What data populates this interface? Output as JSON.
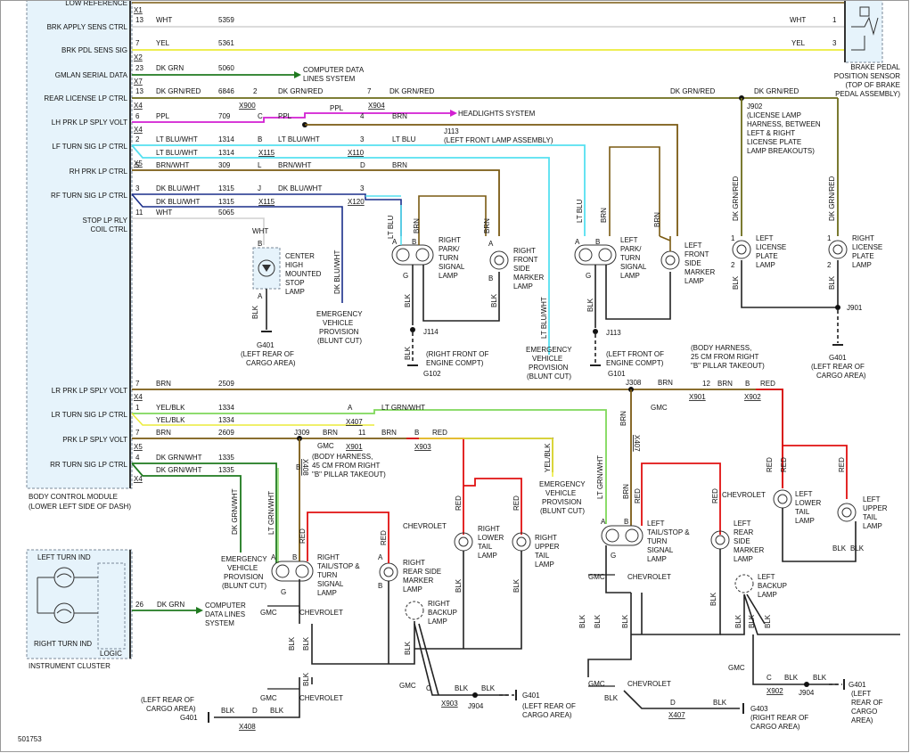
{
  "figure_id": "501753",
  "colors": {
    "wht": "#d8d8d8",
    "yel": "#ecec3a",
    "dk_grn": "#1f7a1f",
    "dk_grn_red": "#6b6b1a",
    "ppl": "#d21fd2",
    "lt_blu": "#55e0f0",
    "brn": "#7a5a12",
    "dk_blu": "#1a2f8a",
    "lt_grn": "#7fd85a",
    "red": "#e01010",
    "blk": "#222222",
    "module_fill": "#e6f3fb"
  },
  "bcm": {
    "label_1": "BODY CONTROL MODULE",
    "label_2": "(LOWER LEFT SIDE OF DASH)",
    "rows": [
      {
        "circuit": "LOW REFERENCE",
        "pin": "",
        "conn": "X1"
      },
      {
        "circuit": "BRK APPLY SENS CTRL",
        "pin": "13",
        "color": "WHT",
        "num": "5359"
      },
      {
        "circuit": "BRK PDL SENS SIG",
        "pin": "7",
        "color": "YEL",
        "num": "5361",
        "conn": "X2"
      },
      {
        "circuit": "GMLAN SERIAL DATA",
        "pin": "23",
        "color": "DK GRN",
        "num": "5060",
        "conn": "X7"
      },
      {
        "circuit": "REAR LICENSE LP CTRL",
        "pin": "13",
        "color": "DK GRN/RED",
        "num": "6846",
        "conn": "X4"
      },
      {
        "circuit": "LH PRK LP SPLY VOLT",
        "pin": "6",
        "color": "PPL",
        "num": "709",
        "conn": "X4"
      },
      {
        "circuit": "LF TURN SIG LP CTRL",
        "pin": "2",
        "color": "LT BLU/WHT",
        "num": "1314",
        "conn": "X5"
      },
      {
        "circuit": "",
        "pin": "",
        "color": "LT BLU/WHT",
        "num": "1314"
      },
      {
        "circuit": "RH PRK LP CTRL",
        "pin": "5",
        "color": "BRN/WHT",
        "num": "309"
      },
      {
        "circuit": "RF TURN SIG LP CTRL",
        "pin": "3",
        "color": "DK BLU/WHT",
        "num": "1315"
      },
      {
        "circuit": "",
        "pin": "",
        "color": "DK BLU/WHT",
        "num": "1315"
      },
      {
        "circuit": "STOP LP RLY",
        "circuit2": "COIL CTRL",
        "pin": "11",
        "color": "WHT",
        "num": "5065"
      },
      {
        "circuit": "LR PRK LP SPLY VOLT",
        "pin": "7",
        "color": "BRN",
        "num": "2509",
        "conn": "X4"
      },
      {
        "circuit": "LR TURN SIG LP CTRL",
        "pin": "1",
        "color": "YEL/BLK",
        "num": "1334"
      },
      {
        "circuit": "",
        "pin": "",
        "color": "YEL/BLK",
        "num": "1334"
      },
      {
        "circuit": "PRK LP SPLY VOLT",
        "pin": "7",
        "color": "BRN",
        "num": "2609",
        "conn": "X5"
      },
      {
        "circuit": "RR TURN SIG LP CTRL",
        "pin": "4",
        "color": "DK GRN/WHT",
        "num": "1335"
      },
      {
        "circuit": "",
        "pin": "",
        "color": "DK GRN/WHT",
        "num": "1335",
        "conn": "X4"
      }
    ]
  },
  "brake_sensor": {
    "label_1": "BRAKE PEDAL",
    "label_2": "POSITION SENSOR",
    "label_3": "(TOP OF BRAKE",
    "label_4": "PEDAL ASSEMBLY)",
    "pin1": "1",
    "pin3": "3",
    "wht": "WHT",
    "yel": "YEL"
  },
  "computer_data": {
    "label_1": "COMPUTER DATA",
    "label_2": "LINES SYSTEM"
  },
  "headlights": "HEADLIGHTS SYSTEM",
  "j113": {
    "label": "J113",
    "sub": "(LEFT FRONT LAMP ASSEMBLY)"
  },
  "j902": {
    "label": "J902",
    "desc": [
      "(LICENSE LAMP",
      "HARNESS, BETWEEN",
      "LEFT & RIGHT",
      "LICENSE PLATE",
      "LAMP BREAKOUTS)"
    ]
  },
  "top_labels": {
    "pin2": "2",
    "pin7": "7",
    "x900": "X900",
    "x904": "X904",
    "dkgrnred": "DK GRN/RED",
    "c": "C",
    "ppl": "PPL",
    "pin4": "4",
    "brn": "BRN",
    "b": "B",
    "ltbluwht": "LT BLU/WHT",
    "pin3": "3",
    "x110": "X110",
    "ltblu": "LT BLU",
    "x115": "X115",
    "l": "L",
    "brnwht": "BRN/WHT",
    "d": "D",
    "j": "J",
    "dkbluwht": "DK BLU/WHT",
    "x120": "X120"
  },
  "front": {
    "chmsl": [
      "CENTER",
      "HIGH",
      "MOUNTED",
      "STOP",
      "LAMP"
    ],
    "right_park": [
      "RIGHT",
      "PARK/",
      "TURN",
      "SIGNAL",
      "LAMP"
    ],
    "right_side": [
      "RIGHT",
      "FRONT",
      "SIDE",
      "MARKER",
      "LAMP"
    ],
    "left_park": [
      "LEFT",
      "PARK/",
      "TURN",
      "SIGNAL",
      "LAMP"
    ],
    "left_side": [
      "LEFT",
      "FRONT",
      "SIDE",
      "MARKER",
      "LAMP"
    ],
    "left_license": [
      "LEFT",
      "LICENSE",
      "PLATE",
      "LAMP"
    ],
    "right_license": [
      "RIGHT",
      "LICENSE",
      "PLATE",
      "LAMP"
    ],
    "evp": [
      "EMERGENCY",
      "VEHICLE",
      "PROVISION",
      "(BLUNT CUT)"
    ],
    "g401": [
      "G401",
      "(LEFT REAR OF",
      "CARGO AREA)"
    ],
    "g102": [
      "G102"
    ],
    "g101": [
      "G101"
    ],
    "j114": "J114",
    "j113b": "J113",
    "j901": "J901",
    "rfe": [
      "(RIGHT FRONT OF",
      "ENGINE COMPT)"
    ],
    "lfe": [
      "(LEFT FRONT OF",
      "ENGINE COMPT)"
    ],
    "wires": {
      "wht": "WHT",
      "blk": "BLK",
      "ltblu": "LT BLU",
      "brn": "BRN",
      "dkbluwht": "DK BLU/WHT",
      "ltbluwht": "LT BLU/WHT",
      "dkgrnred": "DK GRN/RED",
      "a": "A",
      "b": "B",
      "g": "G",
      "one": "1",
      "two": "2"
    }
  },
  "rear": {
    "j308": "J308",
    "j308_desc": [
      "(BODY HARNESS,",
      "25 CM FROM RIGHT",
      "\"B\" PILLAR TAKEOUT)"
    ],
    "j309": "J309",
    "j309_desc": [
      "(BODY HARNESS,",
      "45 CM FROM RIGHT",
      "\"B\" PILLAR TAKEOUT)"
    ],
    "gmc": "GMC",
    "chevrolet": "CHEVROLET",
    "x407": "X407",
    "x408": "X408",
    "x901": "X901",
    "x902": "X902",
    "x903": "X903",
    "ltgrnwht": "LT GRN/WHT",
    "yelblk": "YEL/BLK",
    "dkgrnwht": "DK GRN/WHT",
    "red": "RED",
    "brn": "BRN",
    "blk": "BLK",
    "pin12": "12",
    "pin11": "11",
    "pinB": "B",
    "pinA": "A",
    "pinD": "D",
    "pinC": "C",
    "pinG": "G",
    "right_tail": [
      "RIGHT",
      "TAIL/STOP &",
      "TURN",
      "SIGNAL",
      "LAMP"
    ],
    "right_rear_side": [
      "RIGHT",
      "REAR SIDE",
      "MARKER",
      "LAMP"
    ],
    "right_lower_tail": [
      "RIGHT",
      "LOWER",
      "TAIL",
      "LAMP"
    ],
    "right_upper_tail": [
      "RIGHT",
      "UPPER",
      "TAIL",
      "LAMP"
    ],
    "right_backup": [
      "RIGHT",
      "BACKUP",
      "LAMP"
    ],
    "left_tail": [
      "LEFT",
      "TAIL/STOP &",
      "TURN",
      "SIGNAL",
      "LAMP"
    ],
    "left_rear_side": [
      "LEFT",
      "REAR",
      "SIDE",
      "MARKER",
      "LAMP"
    ],
    "left_lower_tail": [
      "LEFT",
      "LOWER",
      "TAIL",
      "LAMP"
    ],
    "left_upper_tail": [
      "LEFT",
      "UPPER",
      "TAIL",
      "LAMP"
    ],
    "left_backup": [
      "LEFT",
      "BACKUP",
      "LAMP"
    ],
    "evp_left": [
      "EMERGENCY",
      "VEHICLE",
      "PROVISION",
      "(BLUNT CUT)"
    ],
    "evp_mid": [
      "EMERGENCY",
      "VEHICLE",
      "PROVISION",
      "(BLUNT CUT)"
    ],
    "j904": "J904",
    "g401": "G401",
    "g403": "G403",
    "lrca": [
      "(LEFT REAR OF",
      "CARGO AREA)"
    ],
    "rrca": [
      "(RIGHT REAR OF",
      "CARGO AREA)"
    ],
    "g401_right": [
      "G401",
      "(LEFT",
      "REAR OF",
      "CARGO",
      "AREA)"
    ]
  },
  "cluster": {
    "left_turn": "LEFT TURN IND",
    "right_turn": "RIGHT TURN IND",
    "logic": "LOGIC",
    "label": "INSTRUMENT CLUSTER",
    "pin": "26",
    "color": "DK GRN",
    "cdl": [
      "COMPUTER",
      "DATA LINES",
      "SYSTEM"
    ]
  }
}
